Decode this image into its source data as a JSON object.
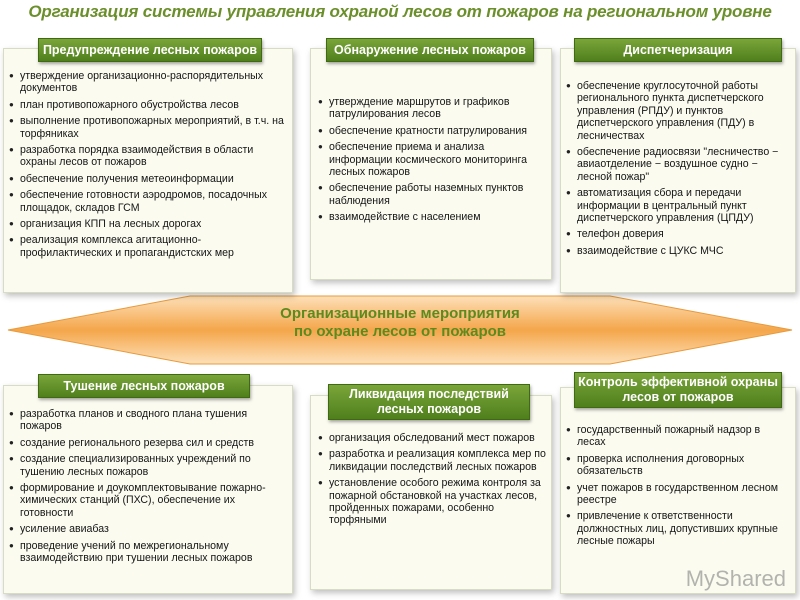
{
  "title": "Организация системы управления охраной лесов от пожаров на региональном уровне",
  "center": {
    "line1": "Организационные мероприятия",
    "line2": "по охране лесов от пожаров"
  },
  "boxes": {
    "prevention": {
      "header": "Предупреждение лесных пожаров",
      "items": [
        "утверждение организационно-распорядительных документов",
        "план противопожарного обустройства лесов",
        "выполнение противопожарных мероприятий, в т.ч. на торфяниках",
        "разработка порядка взаимодействия в области охраны лесов от пожаров",
        "обеспечение получения метеоинформации",
        "обеспечение готовности аэродромов, посадочных площадок, складов ГСМ",
        "организация КПП на лесных дорогах",
        "реализация комплекса агитационно-профилактических и пропагандистских мер"
      ]
    },
    "detection": {
      "header": "Обнаружение лесных пожаров",
      "items": [
        "утверждение маршрутов и графиков патрулирования лесов",
        "обеспечение кратности патрулирования",
        "обеспечение приема и анализа информации космического мониторинга лесных пожаров",
        "обеспечение работы наземных пунктов наблюдения",
        "взаимодействие с населением"
      ]
    },
    "dispatch": {
      "header": "Диспетчеризация",
      "items": [
        "обеспечение круглосуточной работы регионального пункта диспетчерского управления (РПДУ) и пунктов диспетчерского управления (ПДУ) в лесничествах",
        "обеспечение радиосвязи \"лесничество − авиаотделение − воздушное судно − лесной пожар\"",
        "автоматизация сбора и передачи информации в центральный пункт диспетчерского управления (ЦПДУ)",
        "телефон доверия",
        "взаимодействие с ЦУКС МЧС"
      ]
    },
    "suppression": {
      "header": "Тушение лесных пожаров",
      "items": [
        "разработка планов и сводного плана тушения пожаров",
        "создание регионального резерва сил и средств",
        "создание специализированных учреждений по тушению лесных пожаров",
        "формирование и доукомплектовывание пожарно-химических станций (ПХС), обеспечение их готовности",
        "усиление авиабаз",
        "проведение учений по межрегиональному взаимодействию при тушении лесных пожаров"
      ]
    },
    "aftermath": {
      "header": "Ликвидация последствий\nлесных пожаров",
      "items": [
        "организация обследований мест пожаров",
        "разработка и реализация комплекса мер по ликвидации последствий лесных пожаров",
        "установление особого режима контроля за пожарной обстановкой на участках лесов, пройденных пожарами, особенно торфяными"
      ]
    },
    "control": {
      "header": "Контроль эффективной охраны\nлесов от пожаров",
      "items": [
        "государственный пожарный надзор в лесах",
        "проверка исполнения договорных обязательств",
        "учет пожаров в государственном лесном реестре",
        "привлечение к ответственности должностных лиц, допустивших крупные лесные пожары"
      ]
    }
  },
  "watermark": "MyShared",
  "colors": {
    "accent_green": "#5c8a1e",
    "header_green": "#6a9a2e",
    "band_orange": "#f4a64a",
    "box_bg": "#fbfbf0"
  }
}
